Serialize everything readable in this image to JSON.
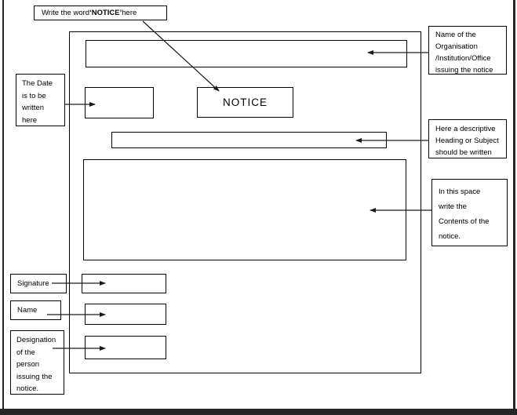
{
  "diagram": {
    "notice_box": {
      "text": "NOTICE"
    },
    "top_callout": {
      "prefix": "Write the word ",
      "bold_word": "‘NOTICE’",
      "suffix": " here"
    },
    "date_callout": {
      "lines": [
        "The Date",
        "is to be",
        "written",
        "here"
      ]
    },
    "organisation_callout": {
      "lines": [
        "Name of the",
        "Organisation",
        "/Institution/Office",
        "issuing the notice"
      ]
    },
    "heading_callout": {
      "lines": [
        "Here a descriptive",
        "Heading or Subject",
        "should be written"
      ]
    },
    "contents_callout": {
      "lines": [
        "In this space",
        "write the",
        "Contents of the",
        "notice."
      ]
    },
    "signature_callout": {
      "label": "Signature"
    },
    "name_callout": {
      "label": "Name"
    },
    "designation_callout": {
      "lines": [
        "Designation",
        "of the",
        "person",
        "issuing the",
        "notice."
      ]
    },
    "colors": {
      "line": "#1a1a1a",
      "frame": "#262626",
      "background": "#ffffff"
    }
  }
}
